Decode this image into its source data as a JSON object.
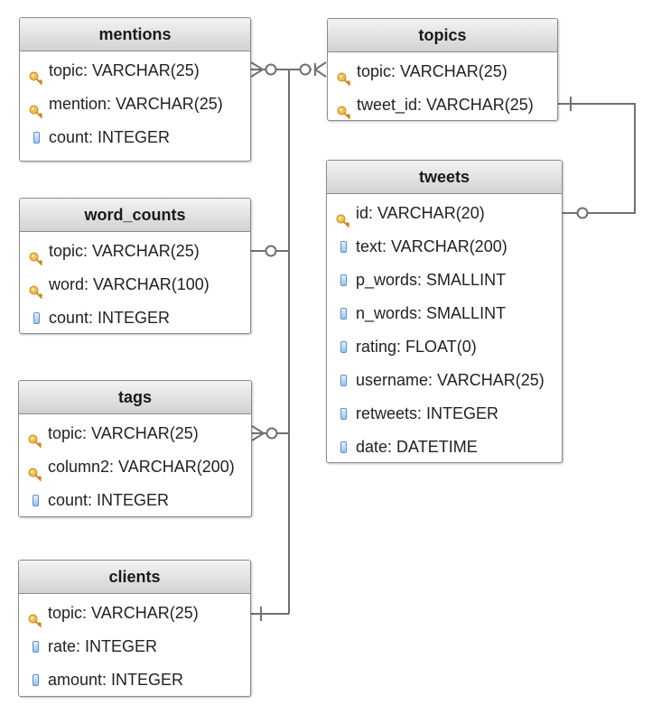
{
  "entities": {
    "mentions": {
      "title": "mentions",
      "attributes": [
        {
          "text": "topic: VARCHAR(25)",
          "kind": "key"
        },
        {
          "text": "mention: VARCHAR(25)",
          "kind": "key"
        },
        {
          "text": "count: INTEGER",
          "kind": "column"
        }
      ]
    },
    "word_counts": {
      "title": "word_counts",
      "attributes": [
        {
          "text": "topic: VARCHAR(25)",
          "kind": "key"
        },
        {
          "text": "word: VARCHAR(100)",
          "kind": "key"
        },
        {
          "text": "count: INTEGER",
          "kind": "column"
        }
      ]
    },
    "tags": {
      "title": "tags",
      "attributes": [
        {
          "text": "topic: VARCHAR(25)",
          "kind": "key"
        },
        {
          "text": "column2: VARCHAR(200)",
          "kind": "key"
        },
        {
          "text": "count: INTEGER",
          "kind": "column"
        }
      ]
    },
    "clients": {
      "title": "clients",
      "attributes": [
        {
          "text": "topic: VARCHAR(25)",
          "kind": "key"
        },
        {
          "text": "rate: INTEGER",
          "kind": "column"
        },
        {
          "text": "amount: INTEGER",
          "kind": "column"
        }
      ]
    },
    "topics": {
      "title": "topics",
      "attributes": [
        {
          "text": "topic: VARCHAR(25)",
          "kind": "key"
        },
        {
          "text": "tweet_id: VARCHAR(25)",
          "kind": "key"
        }
      ]
    },
    "tweets": {
      "title": "tweets",
      "attributes": [
        {
          "text": "id: VARCHAR(20)",
          "kind": "key"
        },
        {
          "text": "text: VARCHAR(200)",
          "kind": "column"
        },
        {
          "text": "p_words: SMALLINT",
          "kind": "column"
        },
        {
          "text": "n_words: SMALLINT",
          "kind": "column"
        },
        {
          "text": "rating: FLOAT(0)",
          "kind": "column"
        },
        {
          "text": "username: VARCHAR(25)",
          "kind": "column"
        },
        {
          "text": "retweets: INTEGER",
          "kind": "column"
        },
        {
          "text": "date: DATETIME",
          "kind": "column"
        }
      ]
    }
  },
  "icons": {
    "key": "key-icon",
    "column": "column-icon"
  },
  "colors": {
    "connector": "#707070",
    "key_icon": "#e5a52b",
    "column_icon": "#5a8fd0"
  }
}
